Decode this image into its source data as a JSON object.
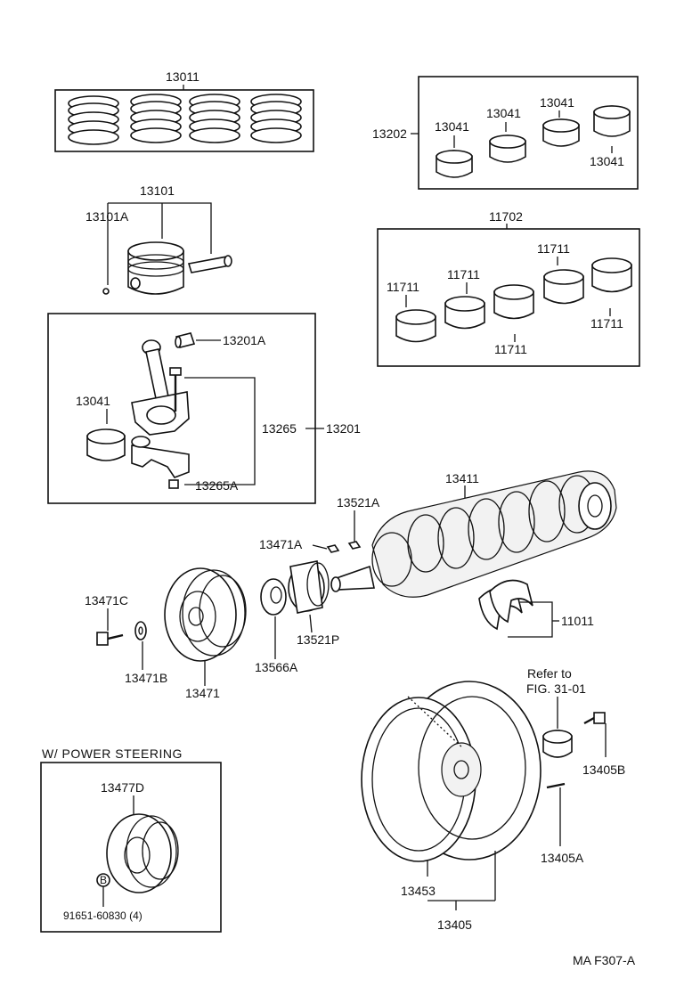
{
  "heading_power_steering": "W/ POWER STEERING",
  "drawing_code": "MA F307-A",
  "refer_note": [
    "Refer to",
    "FIG. 31-01"
  ],
  "labels": {
    "p13011": "13011",
    "p13202": "13202",
    "p13041_a": "13041",
    "p13041_b": "13041",
    "p13041_c": "13041",
    "p13041_d": "13041",
    "p13101": "13101",
    "p13101A": "13101A",
    "p11702": "11702",
    "p11711_a": "11711",
    "p11711_b": "11711",
    "p11711_c": "11711",
    "p11711_d": "11711",
    "p11711_e": "11711",
    "p13201A": "13201A",
    "p13041_e": "13041",
    "p13265": "13265",
    "p13201": "13201",
    "p13265A": "13265A",
    "p13411": "13411",
    "p13521A": "13521A",
    "p13471A": "13471A",
    "p13471C": "13471C",
    "p13521P": "13521P",
    "p11011": "11011",
    "p13471B": "13471B",
    "p13566A": "13566A",
    "p13471": "13471",
    "p13477D": "13477D",
    "p13405B": "13405B",
    "p13405A": "13405A",
    "p13453": "13453",
    "p13405": "13405",
    "p91651": "91651-60830 (4)",
    "bolt_marker": "B"
  },
  "icons": [
    "piston-ring-set",
    "piston",
    "piston-pin",
    "connecting-rod",
    "bearing-shell",
    "crankshaft",
    "timing-gear",
    "crankshaft-pulley",
    "flywheel",
    "pilot-bearing"
  ]
}
